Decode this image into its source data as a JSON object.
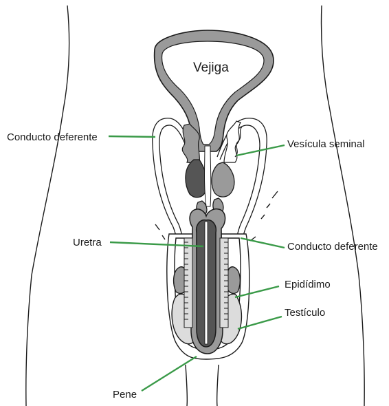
{
  "diagram": {
    "organ_label": "Vejiga",
    "labels": {
      "conducto_deferente_left": "Conducto deferente",
      "vesicula_seminal": "Vesícula seminal",
      "uretra": "Uretra",
      "conducto_deferente_right": "Conducto deferente",
      "epididimo": "Epidídimo",
      "testiculo": "Testículo",
      "pene": "Pene"
    },
    "colors": {
      "leader_line": "#3a9a48",
      "outline": "#1a1a1a",
      "mid_gray": "#9a9a9a",
      "dark_gray": "#555555",
      "light_gray": "#dcdcdc"
    }
  }
}
